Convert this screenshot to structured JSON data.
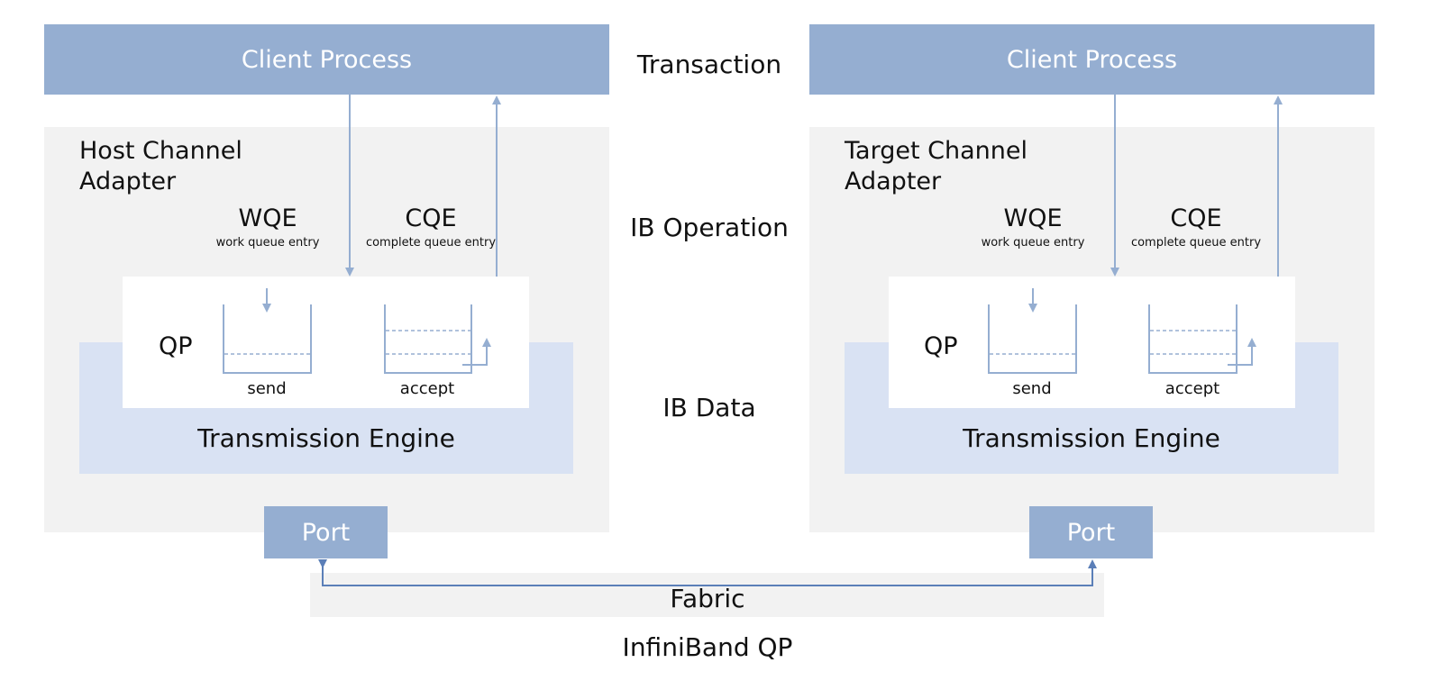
{
  "layers": {
    "transaction": "Transaction",
    "ib_operation": "IB Operation",
    "ib_data": "IB Data"
  },
  "left": {
    "client": "Client Process",
    "adapter_line1": "Host Channel",
    "adapter_line2": "Adapter",
    "wqe": "WQE",
    "wqe_sub": "work queue entry",
    "cqe": "CQE",
    "cqe_sub": "complete queue entry",
    "qp": "QP",
    "send": "send",
    "accept": "accept",
    "engine": "Transmission Engine",
    "port": "Port"
  },
  "right": {
    "client": "Client Process",
    "adapter_line1": "Target Channel",
    "adapter_line2": "Adapter",
    "wqe": "WQE",
    "wqe_sub": "work queue entry",
    "cqe": "CQE",
    "cqe_sub": "complete queue entry",
    "qp": "QP",
    "send": "send",
    "accept": "accept",
    "engine": "Transmission Engine",
    "port": "Port"
  },
  "fabric": "Fabric",
  "caption": "InfiniBand QP",
  "colors": {
    "client_fill": "#95aed1",
    "adapter_fill": "#f2f2f2",
    "engine_fill": "#d9e2f3",
    "arrow": "#95aed1",
    "fabric_line": "#5b7fb8"
  }
}
